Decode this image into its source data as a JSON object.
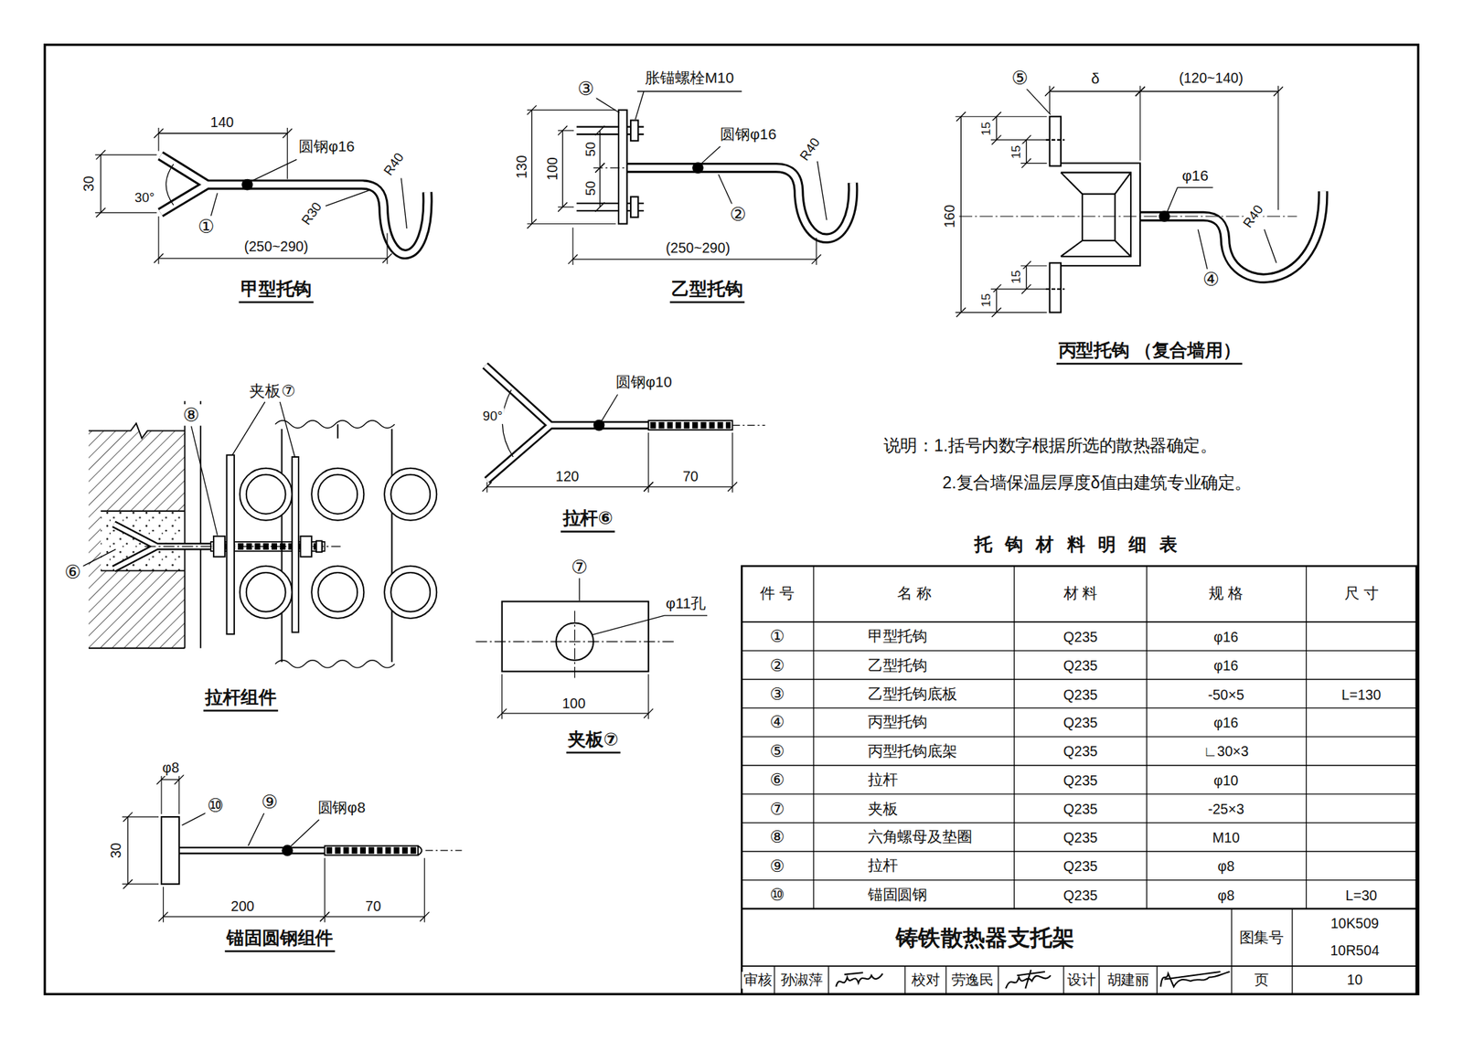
{
  "diagram": {
    "title": "铸铁散热器支托架",
    "labels": [
      "140",
      "圆钢φ16",
      "30",
      "30°",
      "①",
      "R30",
      "R40",
      "(250~290)",
      "甲型托钩",
      "③",
      "胀锚螺栓M10",
      "圆钢φ16",
      "130",
      "100",
      "50",
      "50",
      "R40",
      "②",
      "(250~290)",
      "乙型托钩",
      "⑤",
      "δ",
      "(120~140)",
      "15",
      "15",
      "160",
      "15",
      "15",
      "φ16",
      "R40",
      "④",
      "丙型托钩 （复合墙用）",
      "说明：1.括号内数字根据所选的散热器确定。",
      "2.复合墙保温层厚度δ值由建筑专业确定。",
      "托钩材料明细表",
      "夹板⑦",
      "⑧",
      "⑥",
      "拉杆组件",
      "90°",
      "圆钢φ10",
      "120",
      "70",
      "拉杆⑥",
      "⑦",
      "φ11孔",
      "100",
      "夹板⑦",
      "φ8",
      "⑩",
      "⑨",
      "圆钢φ8",
      "30",
      "200",
      "70",
      "锚固圆钢组件",
      "件 号",
      "名 称",
      "材 料",
      "规 格",
      "尺 寸",
      "①",
      "甲型托钩",
      "Q235",
      "φ16",
      "②",
      "乙型托钩",
      "Q235",
      "φ16",
      "③",
      "乙型托钩底板",
      "Q235",
      "-50×5",
      "L=130",
      "④",
      "丙型托钩",
      "Q235",
      "φ16",
      "⑤",
      "丙型托钩底架",
      "Q235",
      "∟30×3",
      "⑥",
      "拉杆",
      "Q235",
      "φ10",
      "⑦",
      "夹板",
      "Q235",
      "-25×3",
      "⑧",
      "六角螺母及垫圈",
      "Q235",
      "M10",
      "⑨",
      "拉杆",
      "Q235",
      "φ8",
      "⑩",
      "锚固圆钢",
      "Q235",
      "φ8",
      "L=30",
      "图集号",
      "10K509",
      "10R504",
      "审核",
      "孙淑萍",
      "校对",
      "劳逸民",
      "设计",
      "胡建丽",
      "页",
      "10"
    ]
  }
}
